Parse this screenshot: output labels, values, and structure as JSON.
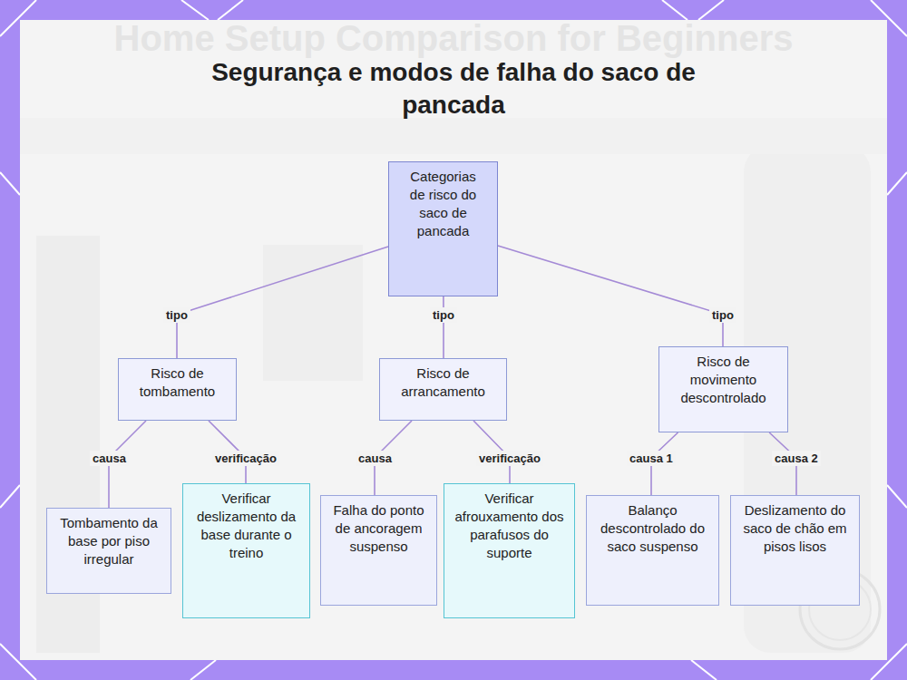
{
  "diagram": {
    "title": "Segurança e modos de falha do saco de pancada",
    "nodes": [
      {
        "text": [
          "Categorias de risco do saco de pancada"
        ]
      },
      {
        "text": [
          "Risco de tombamento"
        ]
      },
      {
        "text": [
          "Risco de arrancamento"
        ]
      },
      {
        "text": [
          "Risco de movimento descontrolado"
        ]
      },
      {
        "text": [
          "Tombamento da base por piso irregular"
        ]
      },
      {
        "text": [
          "Verificar deslizamento da base durante o treino"
        ]
      },
      {
        "text": [
          "Falha do ponto de ancoragem suspenso"
        ]
      },
      {
        "text": [
          "Verificar afrouxamento dos parafusos do suporte"
        ]
      },
      {
        "text": [
          "Balanço descontrolado do saco suspenso"
        ]
      },
      {
        "text": [
          "Deslizamento do saco de chão em pisos lisos"
        ]
      }
    ],
    "edges": [
      {
        "from": 0,
        "to": 1,
        "label": "tipo",
        "arrow": "none"
      },
      {
        "from": 0,
        "to": 2,
        "label": "tipo",
        "arrow": "none"
      },
      {
        "from": 0,
        "to": 3,
        "label": "tipo",
        "arrow": "none"
      },
      {
        "from": 1,
        "to": 4,
        "label": "causa",
        "arrow": "none"
      },
      {
        "from": 1,
        "to": 5,
        "label": "verificação",
        "arrow": "none"
      },
      {
        "from": 2,
        "to": 6,
        "label": "causa",
        "arrow": "none"
      },
      {
        "from": 2,
        "to": 7,
        "label": "verificação",
        "arrow": "none"
      },
      {
        "from": 3,
        "to": 8,
        "label": "causa 1",
        "arrow": "none"
      },
      {
        "from": 3,
        "to": 9,
        "label": "causa 2",
        "arrow": "none"
      }
    ],
    "labels": [
      "Home Setup Comparison for Beginners"
    ]
  }
}
